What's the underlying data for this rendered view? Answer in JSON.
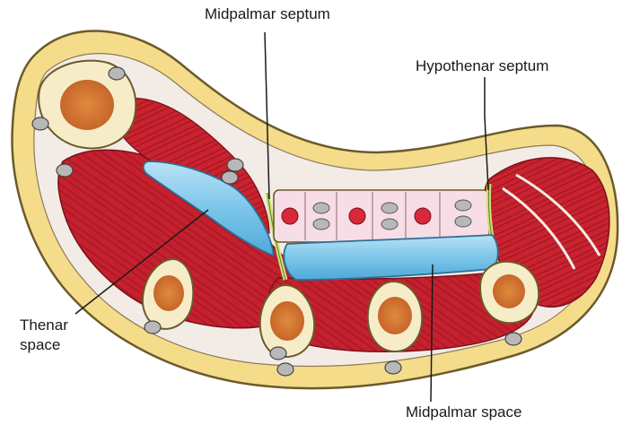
{
  "labels": {
    "midpalmar_septum": "Midpalmar septum",
    "hypothenar_septum": "Hypothenar septum",
    "thenar_space_line1": "Thenar",
    "thenar_space_line2": "space",
    "midpalmar_space": "Midpalmar space"
  },
  "colors": {
    "skin": "#f4dc8a",
    "skin_outline": "#6b5a2a",
    "fascia": "#f3ece6",
    "muscle": "#c4202e",
    "muscle_dark": "#9a1420",
    "space_fill": "#7cc6ea",
    "space_light": "#b9e2f5",
    "septum": "#cfe07a",
    "bone": "#f6edc8",
    "marrow": "#d9803a",
    "vessel_red": "#d8283a",
    "nerve_gray": "#b8b8b8",
    "tendon_sheath": "#f7dde6"
  }
}
